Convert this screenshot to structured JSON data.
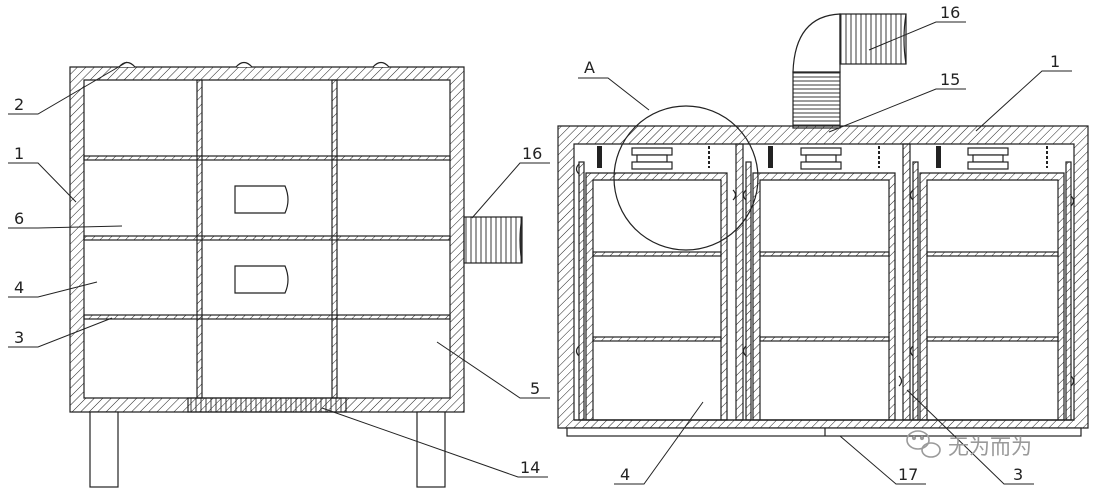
{
  "drawing": {
    "colors": {
      "ink": "#222222",
      "paper": "#ffffff",
      "watermark": "#9a9a9a"
    },
    "left_labels": [
      "2",
      "1",
      "6",
      "4",
      "3",
      "16",
      "5",
      "14"
    ],
    "right_labels": [
      "A",
      "16",
      "15",
      "1",
      "4",
      "17",
      "3"
    ]
  },
  "watermark": {
    "icon": "wechat-icon",
    "text": "无为而为"
  }
}
